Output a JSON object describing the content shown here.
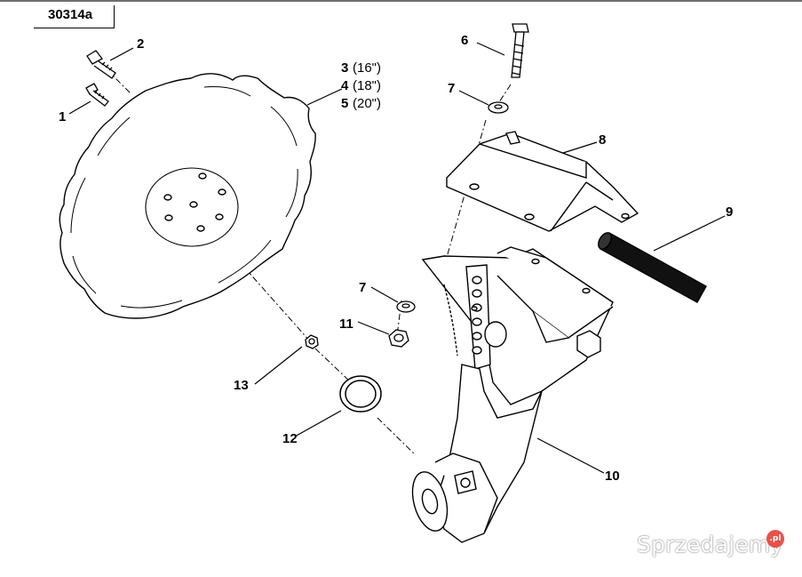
{
  "drawing_ref": "30314a",
  "callouts": {
    "c1": "1",
    "c2": "2",
    "c3": "3",
    "c3_size": "(16\")",
    "c4": "4",
    "c4_size": "(18\")",
    "c5": "5",
    "c5_size": "(20\")",
    "c6": "6",
    "c7a": "7",
    "c7b": "7",
    "c8": "8",
    "c9": "9",
    "c10": "10",
    "c11": "11",
    "c12": "12",
    "c13": "13"
  },
  "watermark": {
    "text": "Sprzedajemy",
    "badge": ".pl"
  }
}
